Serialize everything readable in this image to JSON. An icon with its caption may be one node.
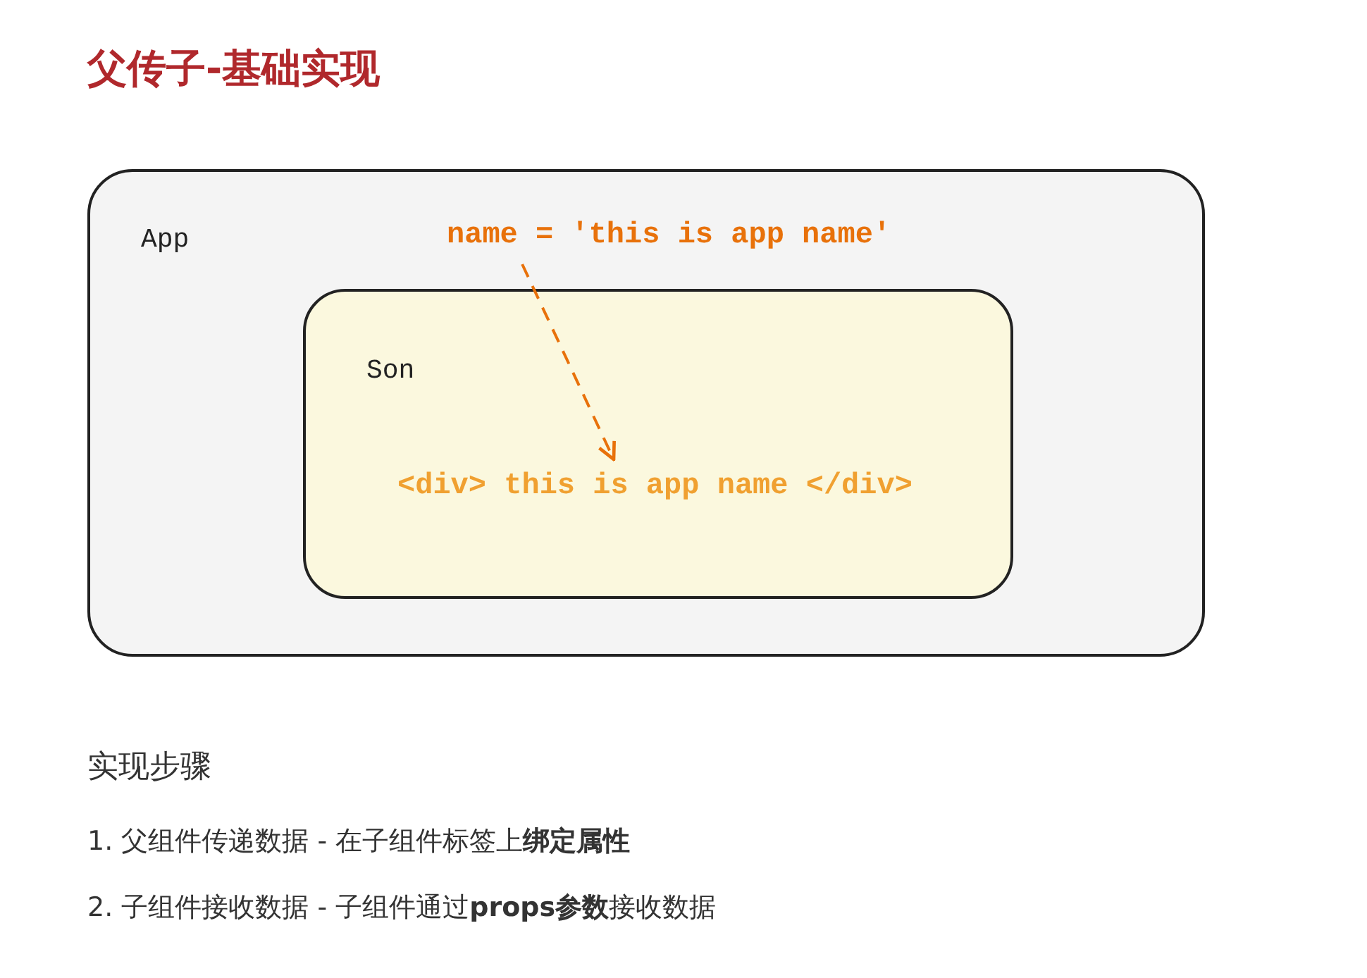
{
  "diagram": {
    "title": "父传子-基础实现",
    "nodes": [
      {
        "text": [
          "App"
        ]
      },
      {
        "text": [
          "name = 'this is app name'"
        ],
        "in": 0
      },
      {
        "text": [
          "Son"
        ],
        "in": 0
      },
      {
        "text": [
          "<div> this is app name </div>"
        ],
        "in": 2
      }
    ],
    "edges": [
      {
        "from": 1,
        "to": 3,
        "arrow": "to",
        "style": "dashed",
        "color": "#e8710a"
      }
    ],
    "labels": [
      "实现步骤",
      "1. 父组件传递数据 - 在子组件标签上**绑定属性**",
      "2. 子组件接收数据 - 子组件通过**props参数**接收数据"
    ]
  }
}
